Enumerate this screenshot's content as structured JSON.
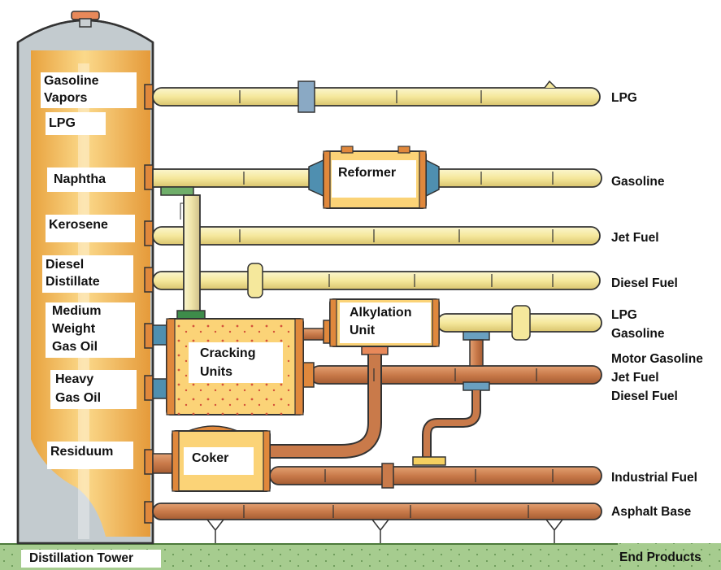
{
  "tower": {
    "title": "Distillation Tower",
    "fractions": [
      "Gasoline\nVapors",
      "LPG",
      "Naphtha",
      "Kerosene",
      "Diesel\nDistillate",
      "Medium\nWeight\nGas Oil",
      "Heavy\nGas Oil",
      "Residuum"
    ]
  },
  "units": {
    "reformer": "Reformer",
    "alkylation": "Alkylation\nUnit",
    "cracking": "Cracking\nUnits",
    "coker": "Coker"
  },
  "outputs": {
    "title": "End Products",
    "lpg": "LPG",
    "gasoline": "Gasoline",
    "jet_fuel": "Jet Fuel",
    "diesel_fuel": "Diesel Fuel",
    "lpg_gasoline": "LPG\nGasoline",
    "motor_group": "Motor Gasoline\nJet Fuel\nDiesel Fuel",
    "industrial_fuel": "Industrial Fuel",
    "asphalt_base": "Asphalt Base"
  },
  "colors": {
    "tower_fill": "#f3c15f",
    "tower_shell": "#bcc4c8",
    "light_pipe": "#f6eca4",
    "copper_pipe": "#c97a4a",
    "unit_fill": "#fbd377",
    "unit_flange": "#e0883c",
    "ground": "#9ec48a"
  }
}
